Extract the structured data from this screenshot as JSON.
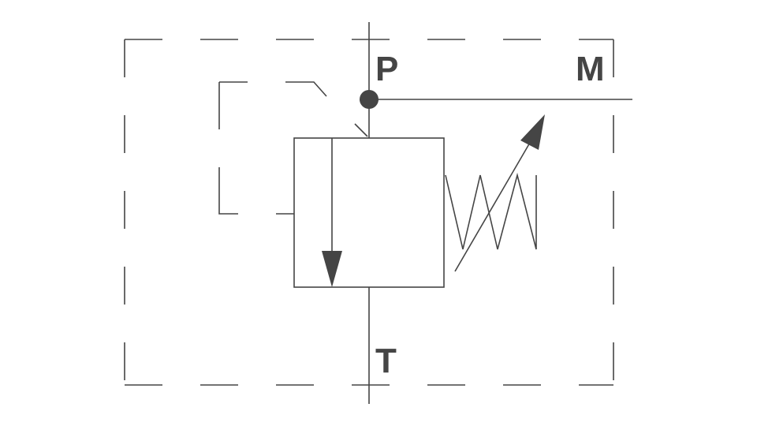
{
  "diagram": {
    "type": "hydraulic-pressure-relief-valve-symbol",
    "ports": {
      "p_label": "P",
      "m_label": "M",
      "t_label": "T"
    },
    "colors": {
      "stroke": "#454545",
      "background": "#ffffff"
    },
    "icons": {
      "flow_arrow": "arrow-down-icon",
      "adjust_arrow": "adjustable-arrow-icon",
      "spring": "spring-icon",
      "junction": "junction-dot-icon"
    }
  }
}
